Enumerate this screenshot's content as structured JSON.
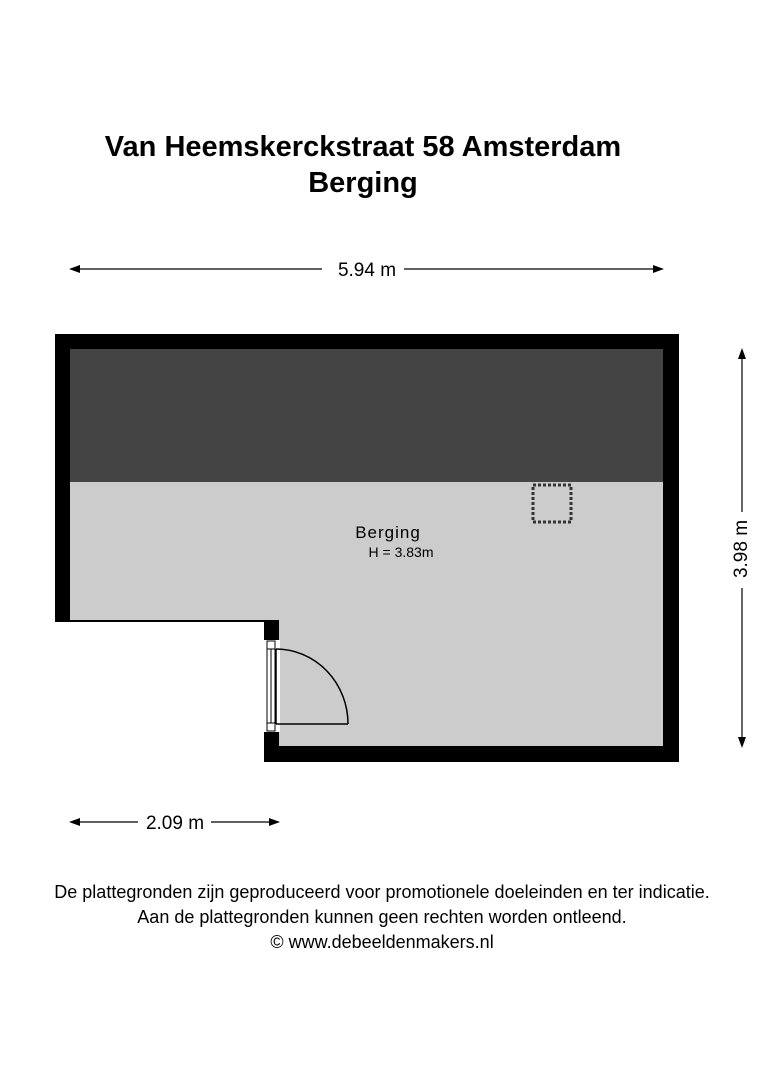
{
  "header": {
    "title": "Van Heemskerckstraat 58 Amsterdam",
    "subtitle": "Berging"
  },
  "dimensions": {
    "width": "5.94 m",
    "depth": "3.98 m",
    "partial_width": "2.09 m"
  },
  "room": {
    "name": "Berging",
    "height": "H = 3.83m"
  },
  "footer": {
    "line1": "De plattegronden zijn geproduceerd voor promotionele doeleinden en ter indicatie.",
    "line2": "Aan de plattegronden kunnen geen rechten worden ontleend.",
    "line3": "© www.debeeldenmakers.nl"
  },
  "colors": {
    "wall": "#000000",
    "floor": "#cccccc",
    "sloped_ceiling": "#444444",
    "background": "#ffffff"
  }
}
